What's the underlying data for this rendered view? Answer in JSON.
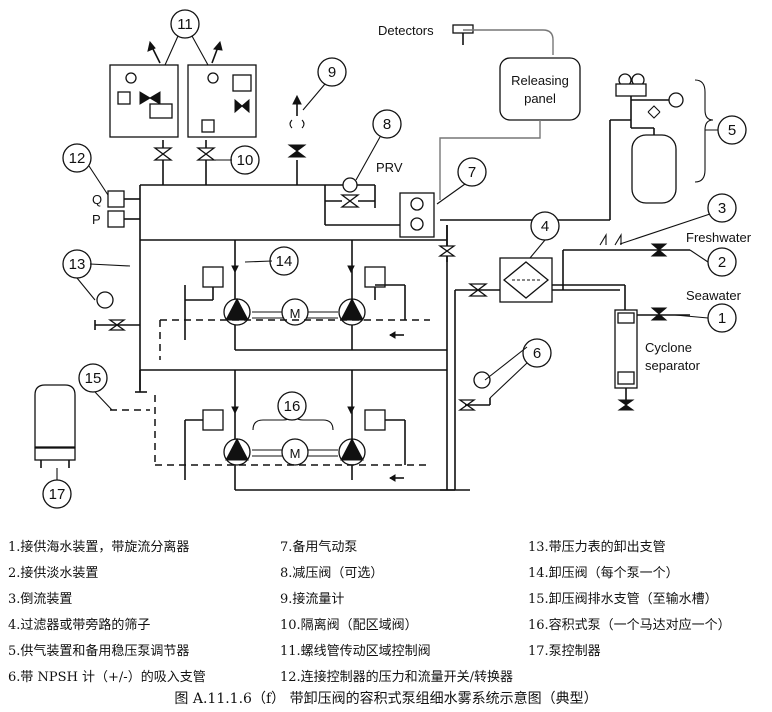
{
  "diagram": {
    "labels": {
      "detectors": "Detectors",
      "releasing_line1": "Releasing",
      "releasing_line2": "panel",
      "prv": "PRV",
      "freshwater": "Freshwater",
      "seawater": "Seawater",
      "cyclone_line1": "Cyclone",
      "cyclone_line2": "separator",
      "q": "Q",
      "p": "P",
      "motor": "M"
    },
    "callouts": [
      "1",
      "2",
      "3",
      "4",
      "5",
      "6",
      "7",
      "8",
      "9",
      "10",
      "11",
      "12",
      "13",
      "14",
      "15",
      "16",
      "17"
    ]
  },
  "legend": {
    "col1": [
      "1.接供海水装置，带旋流分离器",
      "2.接供淡水装置",
      "3.倒流装置",
      "4.过滤器或带旁路的筛子",
      "5.供气装置和备用稳压泵调节器",
      "6.带 NPSH 计（+/-）的吸入支管"
    ],
    "col2": [
      "7.备用气动泵",
      "8.减压阀（可选）",
      "9.接流量计",
      "10.隔离阀（配区域阀）",
      "11.螺线管传动区域控制阀",
      "12.连接控制器的压力和流量开关/转换器"
    ],
    "col3": [
      "13.带压力表的卸出支管",
      "14.卸压阀（每个泵一个）",
      "15.卸压阀排水支管（至输水槽）",
      "16.容积式泵（一个马达对应一个）",
      "17.泵控制器"
    ]
  },
  "caption": "图 A.11.1.6（f） 带卸压阀的容积式泵组细水雾系统示意图（典型）"
}
